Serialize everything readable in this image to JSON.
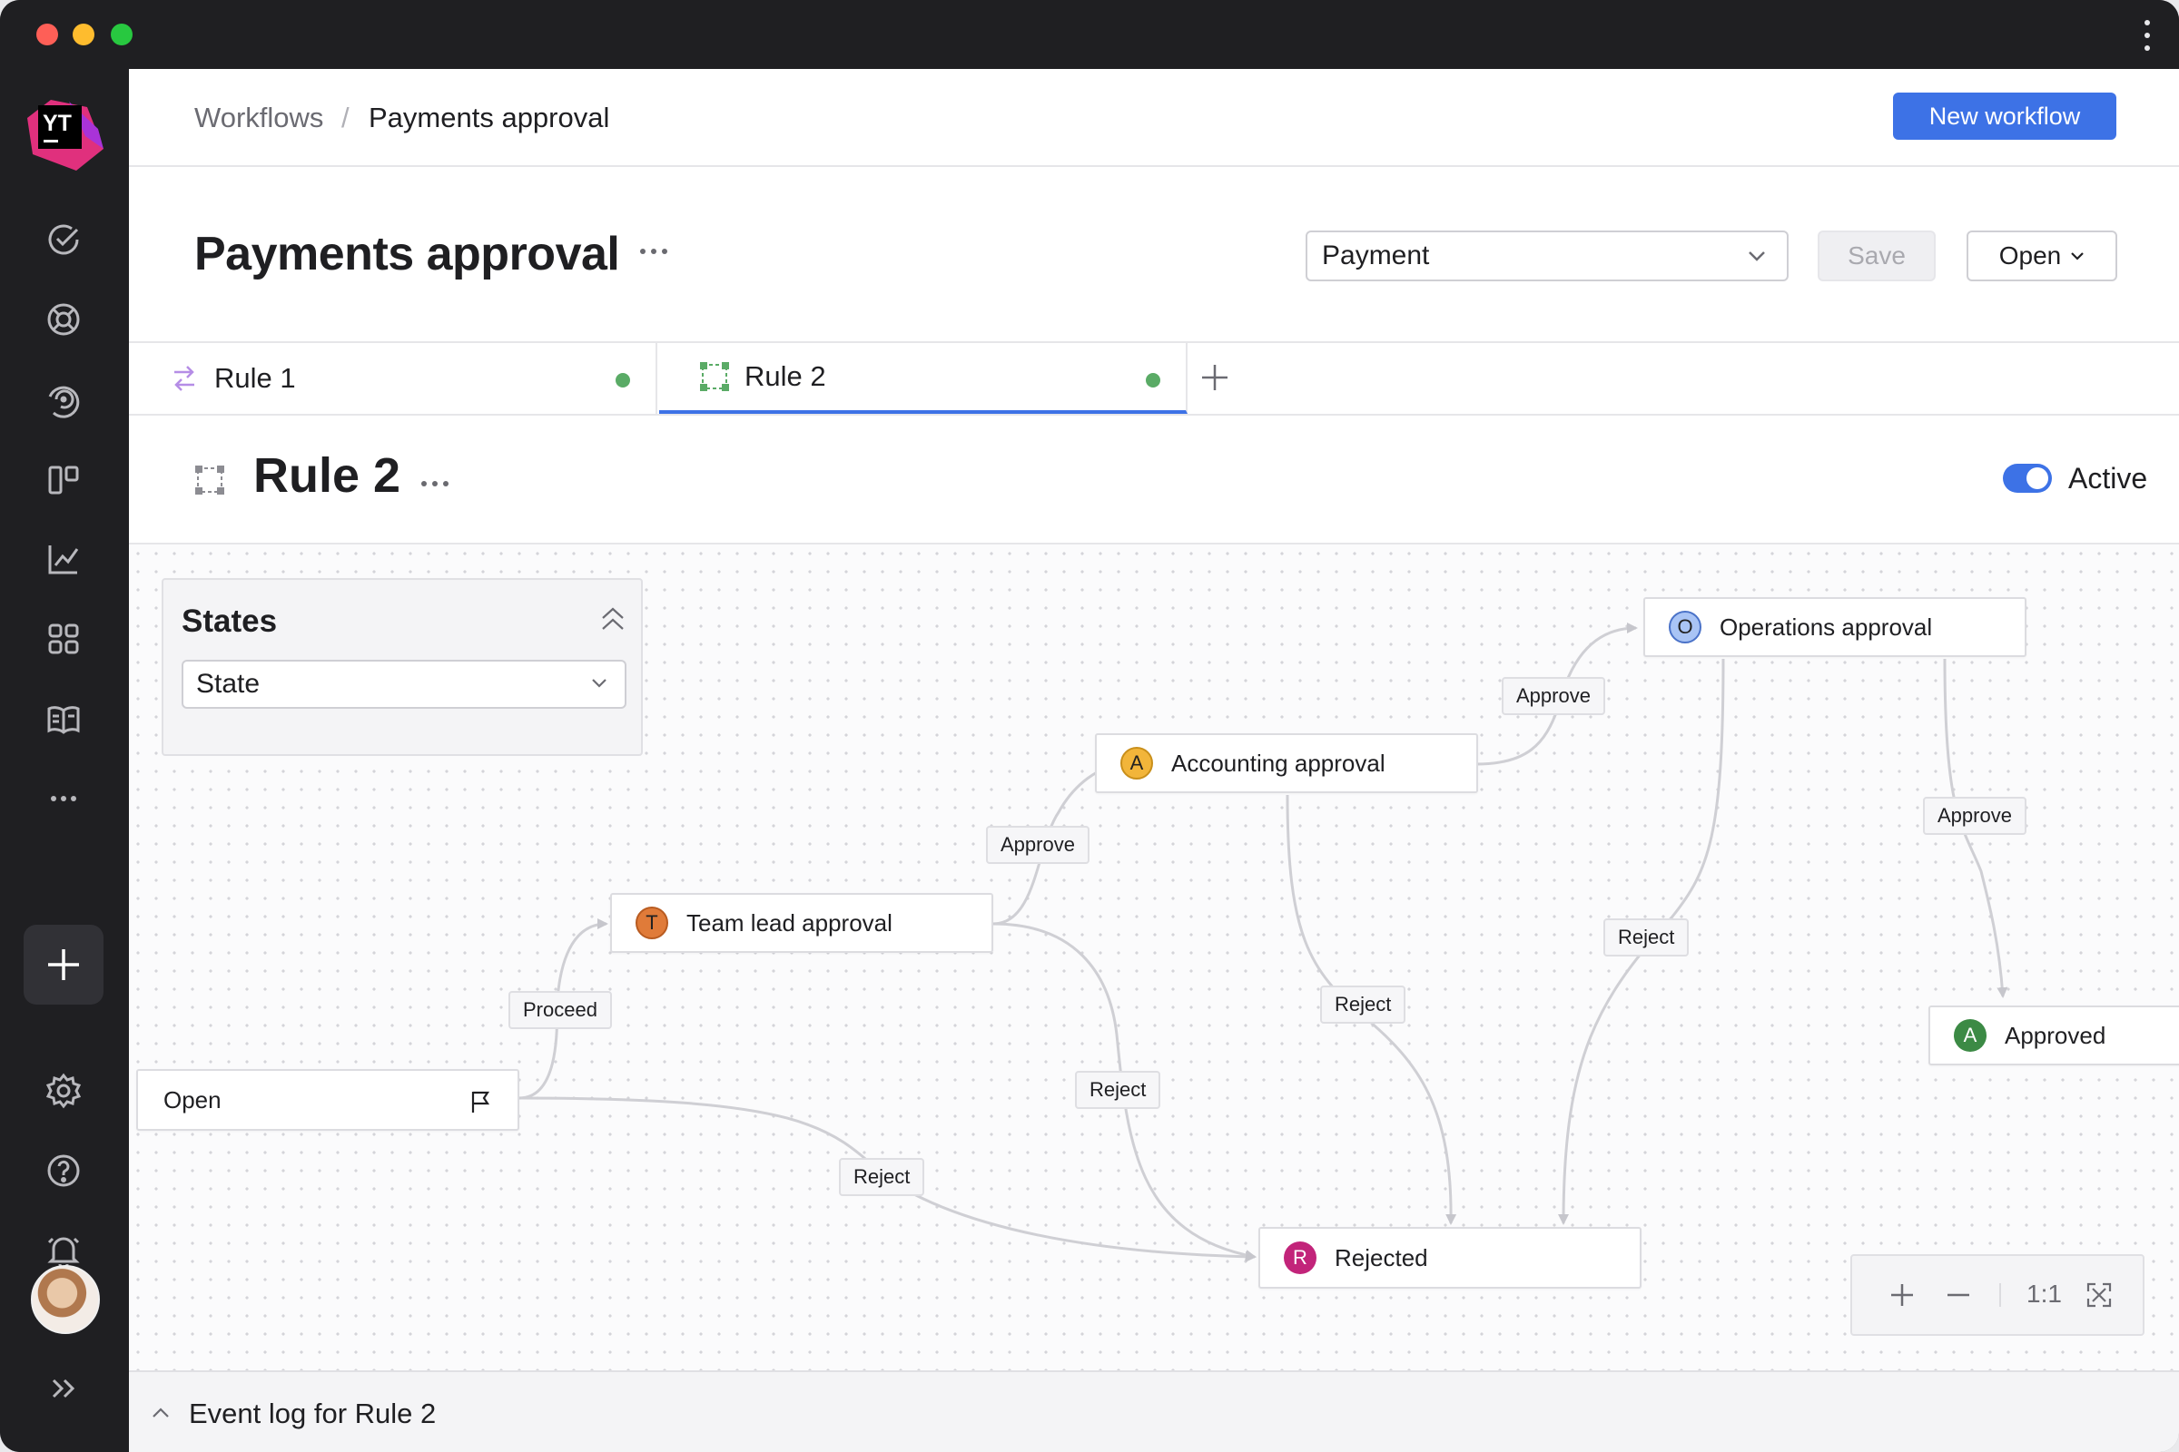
{
  "sidebar": {
    "logo_text": "YT",
    "items": [
      {
        "icon": "checkmark-circle-icon"
      },
      {
        "icon": "lifebuoy-icon"
      },
      {
        "icon": "spiral-icon"
      },
      {
        "icon": "board-icon"
      },
      {
        "icon": "chart-icon"
      },
      {
        "icon": "apps-grid-icon"
      },
      {
        "icon": "book-icon"
      },
      {
        "icon": "more-icon"
      }
    ],
    "bottom": [
      "plus-icon",
      "gear-icon",
      "help-icon",
      "bell-icon",
      "avatar",
      "expand-icon"
    ]
  },
  "breadcrumb": {
    "parent": "Workflows",
    "separator": "/",
    "current": "Payments approval"
  },
  "header": {
    "new_workflow_label": "New workflow",
    "title": "Payments approval",
    "project_select": "Payment",
    "save_label": "Save",
    "open_label": "Open"
  },
  "tabs": [
    {
      "label": "Rule 1",
      "icon": "transitions-icon",
      "status_color": "#5aab66"
    },
    {
      "label": "Rule 2",
      "icon": "state-machine-icon",
      "status_color": "#5aab66",
      "active": true
    }
  ],
  "rule": {
    "title": "Rule 2",
    "active_label": "Active",
    "active": true
  },
  "states_panel": {
    "title": "States",
    "select_value": "State"
  },
  "diagram": {
    "nodes": [
      {
        "id": "open",
        "label": "Open",
        "icon": "flag-icon"
      },
      {
        "id": "teamlead",
        "label": "Team lead approval",
        "badge": "T",
        "color": "#e07b39"
      },
      {
        "id": "accounting",
        "label": "Accounting approval",
        "badge": "A",
        "color": "#f2b53a"
      },
      {
        "id": "operations",
        "label": "Operations approval",
        "badge": "O",
        "color": "#a9c4f5"
      },
      {
        "id": "approved",
        "label": "Approved",
        "badge": "A",
        "color": "#3c8a45"
      },
      {
        "id": "rejected",
        "label": "Rejected",
        "badge": "R",
        "color": "#c2247a"
      }
    ],
    "edges": [
      {
        "from": "open",
        "to": "teamlead",
        "label": "Proceed"
      },
      {
        "from": "open",
        "to": "rejected",
        "label": "Reject"
      },
      {
        "from": "teamlead",
        "to": "accounting",
        "label": "Approve"
      },
      {
        "from": "teamlead",
        "to": "rejected",
        "label": "Reject"
      },
      {
        "from": "accounting",
        "to": "operations",
        "label": "Approve"
      },
      {
        "from": "accounting",
        "to": "rejected",
        "label": "Reject"
      },
      {
        "from": "operations",
        "to": "rejected",
        "label": "Reject"
      },
      {
        "from": "operations",
        "to": "approved",
        "label": "Approve"
      }
    ]
  },
  "zoom": {
    "reset_label": "1:1"
  },
  "event_log": {
    "label": "Event log for Rule 2"
  }
}
